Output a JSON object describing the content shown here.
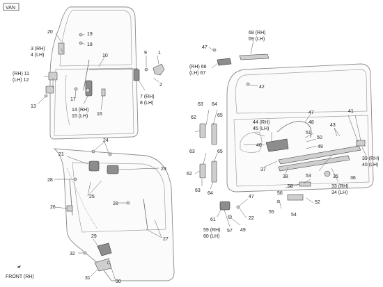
{
  "header": {
    "model_tag": "VAN"
  },
  "footer": {
    "orientation": "FRONT (RH)"
  },
  "callouts": {
    "c1": "1",
    "c2": "2",
    "c3a": "3 (RH)",
    "c3b": "4 (LH)",
    "c7a": "7 (RH)",
    "c7b": "8 (LH)",
    "c9": "9",
    "c10": "10",
    "c11a": "(RH) 11",
    "c11b": "(LH) 12",
    "c13": "13",
    "c14a": "14 (RH)",
    "c14b": "15 (LH)",
    "c16": "16",
    "c17": "17",
    "c18": "18",
    "c19": "19",
    "c20": "20",
    "c21": "21",
    "c22": "22",
    "c23": "23",
    "c24": "24",
    "c25": "25",
    "c26": "26",
    "c27": "27",
    "c28a": "28",
    "c28b": "28",
    "c29": "29",
    "c30": "30",
    "c31": "31",
    "c32": "32",
    "c33a": "33 (RH)",
    "c33b": "34 (LH)",
    "c35": "35",
    "c36": "36",
    "c37": "37",
    "c38": "38",
    "c39a": "39 (RH)",
    "c39b": "40 (LH)",
    "c41": "41",
    "c42": "42",
    "c43": "43",
    "c44a": "44 (RH)",
    "c44b": "45 (LH)",
    "c46": "46",
    "c47a": "47",
    "c47b": "47",
    "c47c": "47",
    "c48": "48",
    "c49a": "49",
    "c49b": "49",
    "c50": "50",
    "c51": "51",
    "c52": "52",
    "c53": "53",
    "c54": "54",
    "c55": "55",
    "c56": "56",
    "c57": "57",
    "c58": "58",
    "c59a": "59 (RH)",
    "c59b": "60 (LH)",
    "c61": "61",
    "c62a": "62",
    "c62b": "62",
    "c63a": "63",
    "c63b": "63",
    "c63c": "63",
    "c64a": "64",
    "c64b": "64",
    "c65a": "65",
    "c65b": "65",
    "c66a": "(RH) 66",
    "c66b": "(LH) 67",
    "c68a": "68 (RH)",
    "c68b": "69 (LH)"
  }
}
